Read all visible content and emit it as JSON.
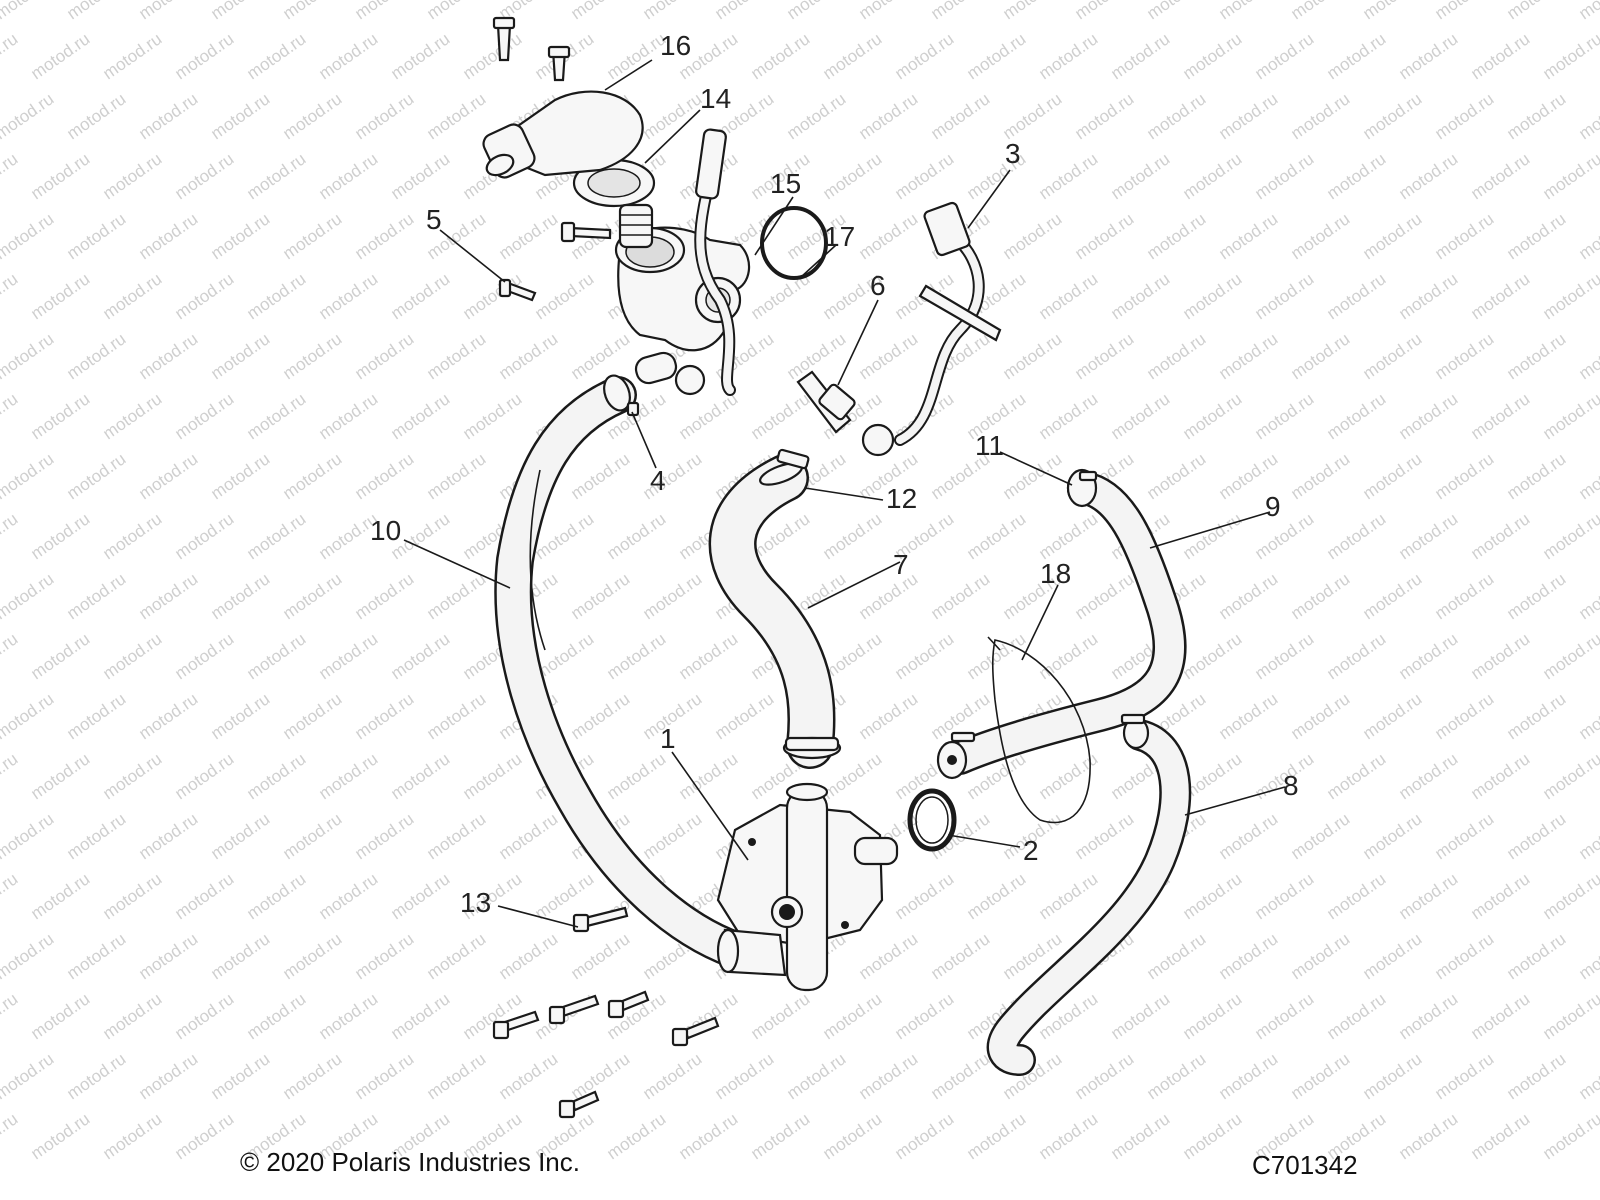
{
  "footer": {
    "copyright": "© 2020 Polaris Industries Inc.",
    "drawing_number": "C701342"
  },
  "watermark": "motod.ru",
  "callouts": [
    "1",
    "2",
    "3",
    "4",
    "5",
    "6",
    "7",
    "8",
    "9",
    "10",
    "11",
    "12",
    "13",
    "14",
    "15",
    "16",
    "17",
    "18"
  ]
}
